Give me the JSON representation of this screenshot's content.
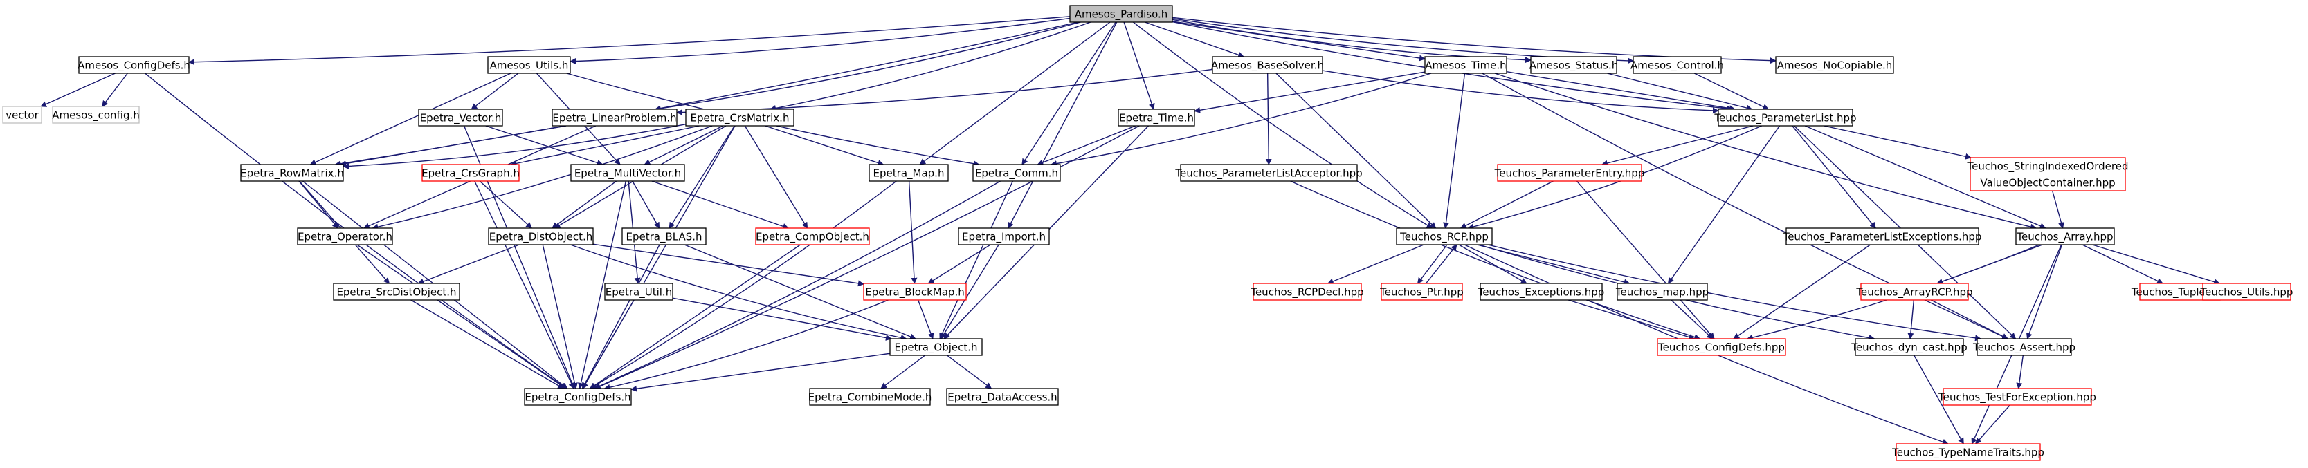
{
  "colors": {
    "edge": "#191970",
    "box_default": "#000000",
    "box_red": "#ff0000",
    "box_gray": "#bfbfbf",
    "root_fill": "#bfbfbf",
    "box_fill": "#ffffff"
  },
  "nodes": [
    {
      "id": "amesos_pardiso",
      "label": "Amesos_Pardiso.h",
      "style": "root"
    },
    {
      "id": "amesos_configdefs",
      "label": "Amesos_ConfigDefs.h",
      "style": "black"
    },
    {
      "id": "vector",
      "label": "vector",
      "style": "gray"
    },
    {
      "id": "amesos_config",
      "label": "Amesos_config.h",
      "style": "gray"
    },
    {
      "id": "amesos_utils",
      "label": "Amesos_Utils.h",
      "style": "black"
    },
    {
      "id": "epetra_vector",
      "label": "Epetra_Vector.h",
      "style": "black"
    },
    {
      "id": "epetra_linearproblem",
      "label": "Epetra_LinearProblem.h",
      "style": "black"
    },
    {
      "id": "epetra_crsmatrix",
      "label": "Epetra_CrsMatrix.h",
      "style": "black"
    },
    {
      "id": "epetra_rowmatrix",
      "label": "Epetra_RowMatrix.h",
      "style": "black"
    },
    {
      "id": "epetra_crsgraph",
      "label": "Epetra_CrsGraph.h",
      "style": "red"
    },
    {
      "id": "epetra_multivector",
      "label": "Epetra_MultiVector.h",
      "style": "black"
    },
    {
      "id": "epetra_operator",
      "label": "Epetra_Operator.h",
      "style": "black"
    },
    {
      "id": "epetra_distobject",
      "label": "Epetra_DistObject.h",
      "style": "black"
    },
    {
      "id": "epetra_blas",
      "label": "Epetra_BLAS.h",
      "style": "black"
    },
    {
      "id": "epetra_compobject",
      "label": "Epetra_CompObject.h",
      "style": "red"
    },
    {
      "id": "epetra_srcdistobject",
      "label": "Epetra_SrcDistObject.h",
      "style": "black"
    },
    {
      "id": "epetra_util",
      "label": "Epetra_Util.h",
      "style": "black"
    },
    {
      "id": "epetra_blockmap",
      "label": "Epetra_BlockMap.h",
      "style": "red"
    },
    {
      "id": "epetra_object",
      "label": "Epetra_Object.h",
      "style": "black"
    },
    {
      "id": "epetra_configdefs",
      "label": "Epetra_ConfigDefs.h",
      "style": "black"
    },
    {
      "id": "epetra_combinemode",
      "label": "Epetra_CombineMode.h",
      "style": "black"
    },
    {
      "id": "epetra_dataaccess",
      "label": "Epetra_DataAccess.h",
      "style": "black"
    },
    {
      "id": "epetra_map",
      "label": "Epetra_Map.h",
      "style": "black"
    },
    {
      "id": "epetra_comm",
      "label": "Epetra_Comm.h",
      "style": "black"
    },
    {
      "id": "epetra_import",
      "label": "Epetra_Import.h",
      "style": "black"
    },
    {
      "id": "epetra_time",
      "label": "Epetra_Time.h",
      "style": "black"
    },
    {
      "id": "amesos_basesolver",
      "label": "Amesos_BaseSolver.h",
      "style": "black"
    },
    {
      "id": "teuchos_parameterlistacceptor",
      "label": "Teuchos_ParameterListAcceptor.hpp",
      "style": "black"
    },
    {
      "id": "amesos_time",
      "label": "Amesos_Time.h",
      "style": "black"
    },
    {
      "id": "amesos_status",
      "label": "Amesos_Status.h",
      "style": "black"
    },
    {
      "id": "amesos_control",
      "label": "Amesos_Control.h",
      "style": "black"
    },
    {
      "id": "amesos_nocopiable",
      "label": "Amesos_NoCopiable.h",
      "style": "black"
    },
    {
      "id": "teuchos_parameterlist",
      "label": "Teuchos_ParameterList.hpp",
      "style": "black"
    },
    {
      "id": "teuchos_parameterentry",
      "label": "Teuchos_ParameterEntry.hpp",
      "style": "red"
    },
    {
      "id": "teuchos_rcp",
      "label": "Teuchos_RCP.hpp",
      "style": "black"
    },
    {
      "id": "teuchos_parameterlistexceptions",
      "label": "Teuchos_ParameterListExceptions.hpp",
      "style": "black"
    },
    {
      "id": "teuchos_stringindexed_l1",
      "label": "Teuchos_StringIndexedOrdered",
      "style": "red"
    },
    {
      "id": "teuchos_stringindexed_l2",
      "label": "ValueObjectContainer.hpp",
      "style": "red"
    },
    {
      "id": "teuchos_array",
      "label": "Teuchos_Array.hpp",
      "style": "black"
    },
    {
      "id": "teuchos_rcpdecl",
      "label": "Teuchos_RCPDecl.hpp",
      "style": "red"
    },
    {
      "id": "teuchos_ptr",
      "label": "Teuchos_Ptr.hpp",
      "style": "red"
    },
    {
      "id": "teuchos_exceptions",
      "label": "Teuchos_Exceptions.hpp",
      "style": "black"
    },
    {
      "id": "teuchos_map",
      "label": "Teuchos_map.hpp",
      "style": "black"
    },
    {
      "id": "teuchos_arrayrcp",
      "label": "Teuchos_ArrayRCP.hpp",
      "style": "red"
    },
    {
      "id": "teuchos_tuple",
      "label": "Teuchos_Tuple.hpp",
      "style": "red"
    },
    {
      "id": "teuchos_utils",
      "label": "Teuchos_Utils.hpp",
      "style": "red"
    },
    {
      "id": "teuchos_configdefs",
      "label": "Teuchos_ConfigDefs.hpp",
      "style": "red"
    },
    {
      "id": "teuchos_dyn_cast",
      "label": "Teuchos_dyn_cast.hpp",
      "style": "black"
    },
    {
      "id": "teuchos_assert",
      "label": "Teuchos_Assert.hpp",
      "style": "black"
    },
    {
      "id": "teuchos_testforexception",
      "label": "Teuchos_TestForException.hpp",
      "style": "red"
    },
    {
      "id": "teuchos_typenametraits",
      "label": "Teuchos_TypeNameTraits.hpp",
      "style": "red"
    }
  ]
}
